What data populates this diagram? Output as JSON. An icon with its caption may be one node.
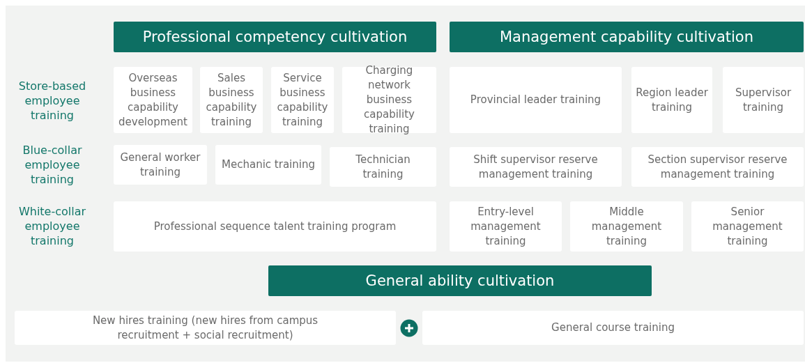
{
  "diagram": {
    "nodes": [
      {
        "text": [
          "Professional competency cultivation"
        ]
      },
      {
        "text": [
          "Management capability cultivation"
        ]
      },
      {
        "text": [
          "Overseas business capability development"
        ]
      },
      {
        "text": [
          "Sales business capability training"
        ]
      },
      {
        "text": [
          "Service business capability training"
        ]
      },
      {
        "text": [
          "Charging network business capability training"
        ]
      },
      {
        "text": [
          "Provincial leader training"
        ]
      },
      {
        "text": [
          "Region leader training"
        ]
      },
      {
        "text": [
          "Supervisor training"
        ]
      },
      {
        "text": [
          "General worker training"
        ]
      },
      {
        "text": [
          "Mechanic training"
        ]
      },
      {
        "text": [
          "Technician training"
        ]
      },
      {
        "text": [
          "Shift supervisor reserve management training"
        ]
      },
      {
        "text": [
          "Section supervisor reserve management training"
        ]
      },
      {
        "text": [
          "Professional sequence talent training program"
        ]
      },
      {
        "text": [
          "Entry-level management training"
        ]
      },
      {
        "text": [
          "Middle management training"
        ]
      },
      {
        "text": [
          "Senior management training"
        ]
      },
      {
        "text": [
          "General ability cultivation"
        ]
      },
      {
        "text": [
          "New hires training (new hires from campus recruitment + social recruitment)"
        ]
      },
      {
        "text": [
          "General course training"
        ]
      }
    ],
    "labels": [
      "Store-based employee training",
      "Blue-collar employee training",
      "White-collar employee training"
    ]
  }
}
